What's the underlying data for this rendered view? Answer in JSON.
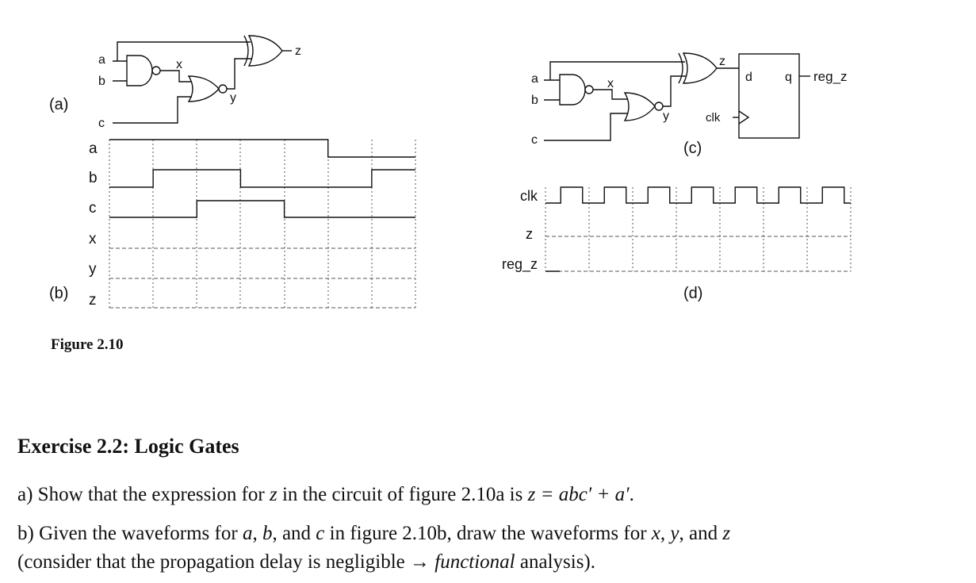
{
  "figure": {
    "caption": "Figure 2.10",
    "panel_labels": {
      "a": "(a)",
      "b": "(b)",
      "c": "(c)",
      "d": "(d)"
    },
    "circuit_a": {
      "inputs": [
        "a",
        "b",
        "c"
      ],
      "nodes": [
        "x",
        "y"
      ],
      "output": "z"
    },
    "circuit_c": {
      "inputs": [
        "a",
        "b",
        "c"
      ],
      "nodes": [
        "x",
        "y",
        "z"
      ],
      "ff_ports": [
        "d",
        "q",
        "clk"
      ],
      "output": "reg_z"
    },
    "waves_b": {
      "signals": [
        "a",
        "b",
        "c",
        "x",
        "y",
        "z"
      ],
      "intervals": 7,
      "a": [
        1,
        1,
        1,
        1,
        1,
        0,
        0
      ],
      "b": [
        0,
        1,
        1,
        0,
        0,
        0,
        1
      ],
      "c": [
        0,
        0,
        1,
        1,
        0,
        0,
        0
      ]
    },
    "waves_d": {
      "signals": [
        "clk",
        "z",
        "reg_z"
      ],
      "clk_periods": 7
    }
  },
  "exercise": {
    "title": "Exercise 2.2: Logic Gates",
    "a_prefix": "a) Show that the expression for ",
    "a_var": "z",
    "a_mid": " in the circuit of figure 2.10a is ",
    "a_expr": "z = abc′ + a′",
    "a_end": ".",
    "b_l1_pre": "b) Given the waveforms for ",
    "b_l1_a": "a",
    "b_l1_c1": ", ",
    "b_l1_b": "b",
    "b_l1_c2": ", and ",
    "b_l1_c": "c",
    "b_l1_mid": " in figure 2.10b, draw the waveforms for ",
    "b_l1_x": "x",
    "b_l1_c3": ", ",
    "b_l1_y": "y",
    "b_l1_and": ", and ",
    "b_l1_z": "z",
    "b_l2_pre": "(consider that the propagation delay is negligible → ",
    "b_l2_func": "functional",
    "b_l2_end": " analysis)."
  }
}
